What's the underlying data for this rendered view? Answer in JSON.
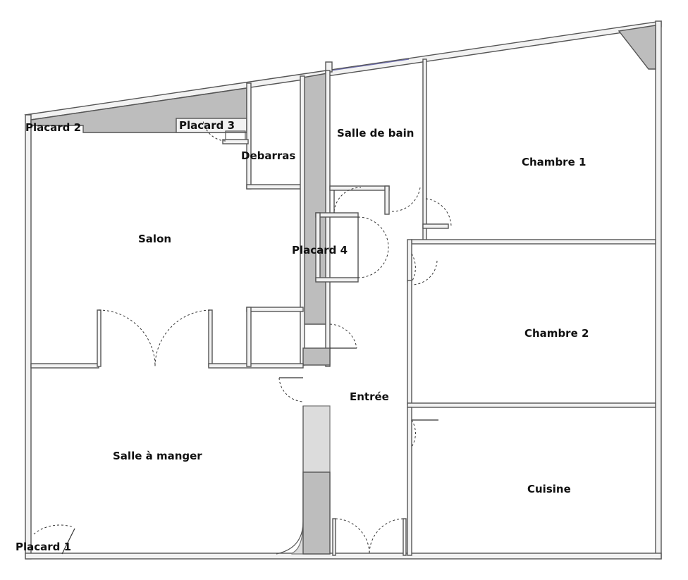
{
  "rooms": {
    "placard2": "Placard 2",
    "placard3": "Placard 3",
    "debarras": "Debarras",
    "salle_de_bain": "Salle de bain",
    "chambre1": "Chambre 1",
    "salon": "Salon",
    "placard4": "Placard 4",
    "chambre2": "Chambre 2",
    "entree": "Entrée",
    "salle_a_manger": "Salle à manger",
    "cuisine": "Cuisine",
    "placard1": "Placard 1"
  },
  "colors": {
    "wall": "#555555",
    "closet_fill": "#bdbdbd",
    "light_fill": "#dcdcdc"
  }
}
